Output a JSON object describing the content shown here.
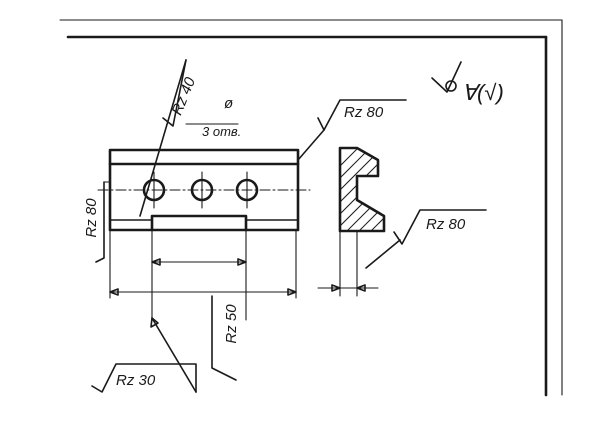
{
  "drawing": {
    "annotations": {
      "rz_left_edge": "Rz 80",
      "rz_leader_top": "Rz 40",
      "diameter_symbol": "ø",
      "holes_note": "3 отв.",
      "rz_top_right": "Rz 80",
      "rz_section": "Rz 80",
      "rz_bottom_center": "Rz 50",
      "rz_bottom_left": "Rz 30",
      "corner_symbol": "∀(√)"
    }
  }
}
